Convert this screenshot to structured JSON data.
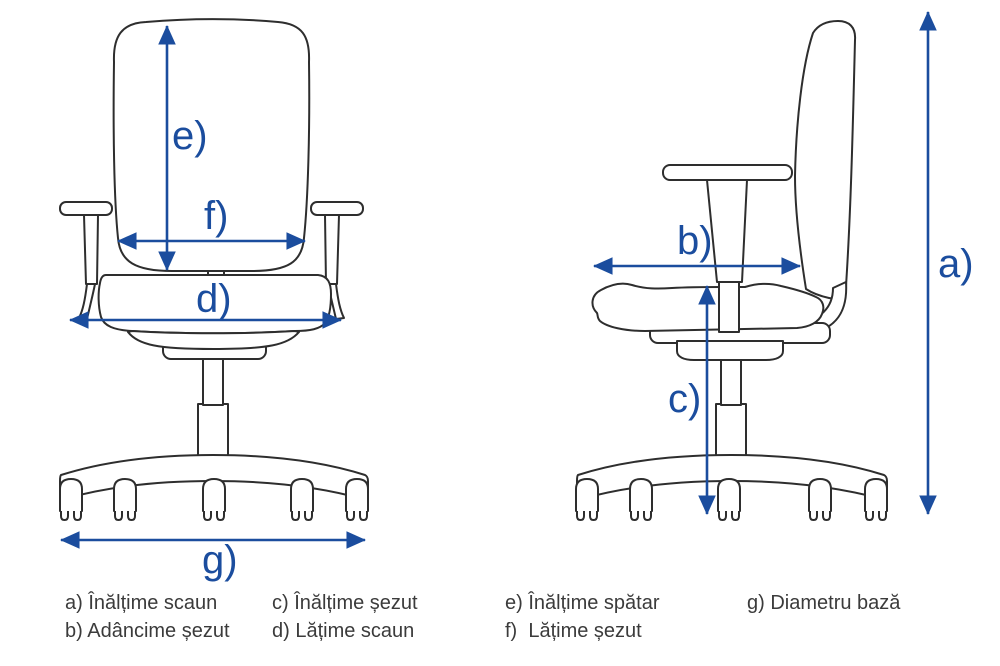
{
  "colors": {
    "arrow": "#1b4d9e",
    "outline": "#2e2e2e",
    "text": "#3b3b3b",
    "background": "#ffffff"
  },
  "dimension_labels": {
    "a": "a)",
    "b": "b)",
    "c": "c)",
    "d": "d)",
    "e": "e)",
    "f": "f)",
    "g": "g)"
  },
  "legend": {
    "items": [
      {
        "key": "a",
        "label": "a) Înălțime scaun"
      },
      {
        "key": "b",
        "label": "b) Adâncime șezut"
      },
      {
        "key": "c",
        "label": "c) Înălțime șezut"
      },
      {
        "key": "d",
        "label": "d) Lățime scaun"
      },
      {
        "key": "e",
        "label": "e) Înălțime spătar"
      },
      {
        "key": "f",
        "label": "f)  Lățime șezut"
      },
      {
        "key": "g",
        "label": "g) Diametru bază"
      }
    ]
  }
}
